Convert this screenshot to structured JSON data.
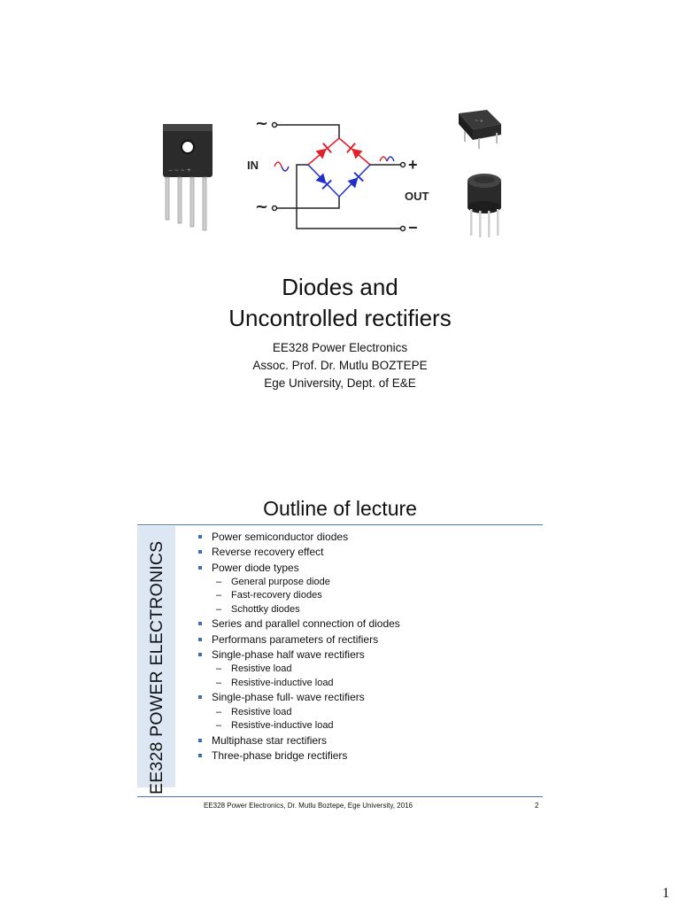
{
  "slide1": {
    "illustration": {
      "label_in": "IN",
      "label_out": "OUT",
      "label_tilde": "~",
      "label_plus": "+",
      "label_minus": "−"
    },
    "title_line1": "Diodes and",
    "title_line2": "Uncontrolled rectifiers",
    "course": "EE328 Power Electronics",
    "author": "Assoc. Prof. Dr. Mutlu BOZTEPE",
    "affiliation": "Ege University, Dept. of E&E"
  },
  "slide2": {
    "title": "Outline of lecture",
    "sidebar_text": "EE328 POWER ELECTRONICS",
    "items": [
      {
        "level": 1,
        "text": "Power semiconductor diodes"
      },
      {
        "level": 1,
        "text": "Reverse recovery effect"
      },
      {
        "level": 1,
        "text": "Power diode types"
      },
      {
        "level": 2,
        "text": "General purpose diode"
      },
      {
        "level": 2,
        "text": "Fast-recovery diodes"
      },
      {
        "level": 2,
        "text": "Schottky diodes"
      },
      {
        "level": 1,
        "text": "Series and parallel connection of diodes"
      },
      {
        "level": 1,
        "text": "Performans parameters of rectifiers"
      },
      {
        "level": 1,
        "text": "Single-phase half wave rectifiers"
      },
      {
        "level": 2,
        "text": "Resistive load"
      },
      {
        "level": 2,
        "text": "Resistive-inductive load"
      },
      {
        "level": 1,
        "text": "Single-phase full- wave rectifiers"
      },
      {
        "level": 2,
        "text": "Resistive load"
      },
      {
        "level": 2,
        "text": "Resistive-inductive load"
      },
      {
        "level": 1,
        "text": "Multiphase star rectifiers"
      },
      {
        "level": 1,
        "text": "Three-phase bridge rectifiers"
      }
    ],
    "dash_symbol": "–",
    "footer": "EE328 Power Electronics, Dr. Mutlu Boztepe, Ege University, 2016",
    "slide_number": "2"
  },
  "page_number": "1",
  "colors": {
    "accent_blue": "#4a78b5",
    "sidebar_bg": "#dde6f3",
    "diode_red": "#e0202a",
    "diode_blue": "#2030c8"
  }
}
